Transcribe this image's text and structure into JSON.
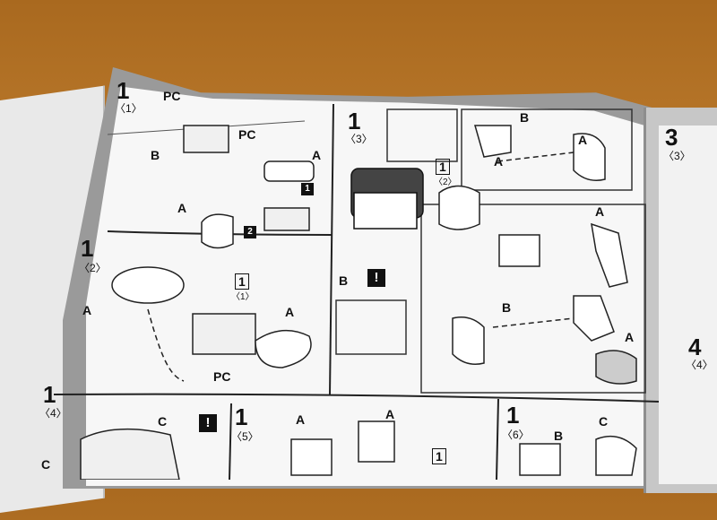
{
  "steps": [
    {
      "number": "1",
      "sub": "〈1〉"
    },
    {
      "number": "1",
      "sub": "〈2〉"
    },
    {
      "number": "1",
      "sub": "〈3〉"
    },
    {
      "number": "1",
      "sub": "〈4〉"
    },
    {
      "number": "1",
      "sub": "〈5〉"
    },
    {
      "number": "1",
      "sub": "〈6〉"
    }
  ],
  "right_steps": [
    {
      "number": "3",
      "sub": "〈3〉"
    },
    {
      "number": "4",
      "sub": "〈4〉"
    }
  ],
  "parts": {
    "pcf_1": "PC",
    "pcf_2": "PC",
    "b1": "B",
    "a30": "A",
    "a29": "A",
    "a26": "A",
    "a25": "A",
    "pcl": "PC",
    "b28": "B",
    "b3": "B",
    "a17": "A",
    "a18_1": "A",
    "a18_2": "A",
    "b2": "B",
    "a21": "A",
    "c11": "C",
    "c_bottom": "C",
    "a_b1": "A",
    "a_b2": "A",
    "b_b": "B",
    "c_right": "C"
  },
  "sub_refs": {
    "ref_1": "1",
    "ref_1_sub": "〈1〉",
    "ref_2": "1",
    "ref_2_sub": "〈2〉",
    "ref_bottom": "1"
  },
  "markers": {
    "excl": "!",
    "arrow_1": "1",
    "arrow_2": "2"
  }
}
